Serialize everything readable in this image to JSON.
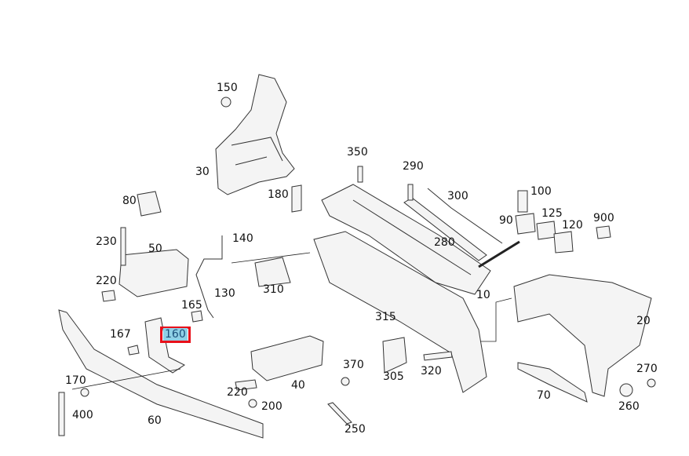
{
  "diagram": {
    "highlighted_part": "160",
    "highlight_color": "#e8101a",
    "labels": [
      "150",
      "30",
      "180",
      "80",
      "350",
      "290",
      "300",
      "100",
      "90",
      "125",
      "120",
      "900",
      "230",
      "50",
      "140",
      "280",
      "220",
      "130",
      "310",
      "10",
      "315",
      "20",
      "165",
      "160",
      "167",
      "370",
      "305",
      "320",
      "270",
      "170",
      "40",
      "220",
      "200",
      "70",
      "260",
      "400",
      "60",
      "250"
    ]
  }
}
